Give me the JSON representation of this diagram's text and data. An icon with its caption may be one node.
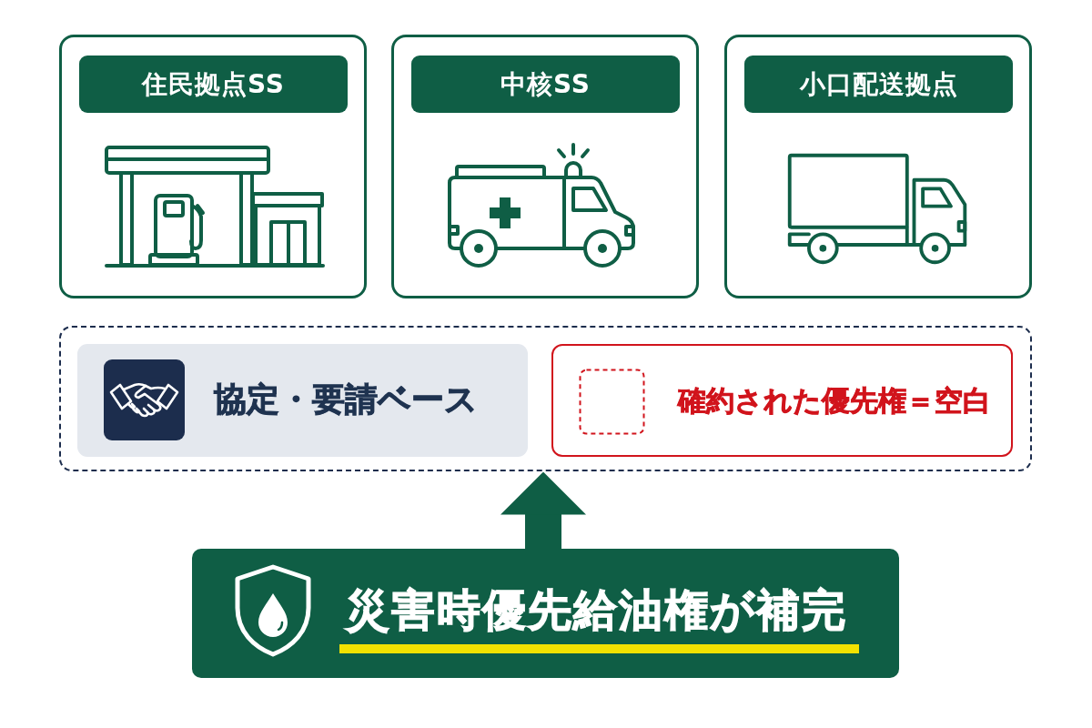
{
  "diagram": {
    "nodes": [
      {
        "text": [
          "住民拠点SS"
        ]
      },
      {
        "text": [
          "中核SS"
        ]
      },
      {
        "text": [
          "小口配送拠点"
        ]
      },
      {
        "text": [],
        "shape": "box"
      },
      {
        "text": [
          "協定・要請ベース"
        ],
        "in": 3
      },
      {
        "text": [
          "確約された優先権＝空白"
        ],
        "in": 3
      },
      {
        "text": [
          "災害時優先給油権が補完"
        ]
      }
    ],
    "edges": [
      {
        "from": 6,
        "to": 3,
        "arrow": "to"
      }
    ]
  }
}
